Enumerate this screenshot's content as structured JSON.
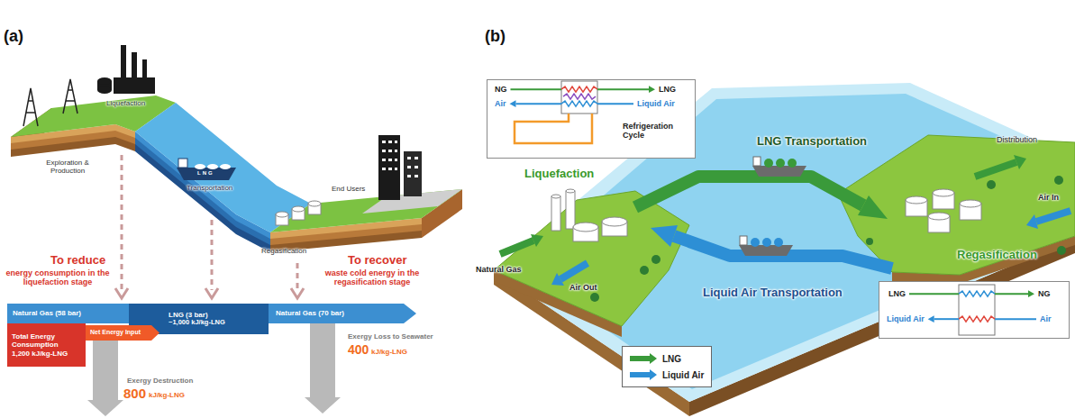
{
  "diagram": {
    "nodes": [
      {
        "text": [
          "Natural Gas (58 bar)"
        ]
      },
      {
        "text": [
          "LNG (3 bar)",
          "~1,000 kJ/kg-LNG"
        ]
      },
      {
        "text": [
          "Natural Gas (70 bar)"
        ]
      },
      {
        "text": [
          "Total Energy Consumption",
          "1,200 kJ/kg-LNG"
        ]
      },
      {
        "text": [
          "Net Energy Input"
        ]
      },
      {
        "text": [
          "Exergy Destruction",
          "800",
          "kJ/kg-LNG"
        ]
      },
      {
        "text": [
          "Exergy Loss to Seawater",
          "400",
          "kJ/kg-LNG"
        ]
      },
      {
        "text": [
          "NG",
          "LNG",
          "Air",
          "Liquid Air",
          "Refrigeration Cycle"
        ]
      },
      {
        "text": [
          "LNG",
          "NG",
          "Liquid Air",
          "Air"
        ]
      }
    ],
    "labels": [
      "(a)",
      "Liquefaction",
      "Exploration & Production",
      "Transportation",
      "LNG",
      "End Users",
      "Regasification",
      "To reduce",
      "energy consumption in the liquefaction stage",
      "To recover",
      "waste cold energy in the regasification stage",
      "(b)",
      "LNG Transportation",
      "Distribution",
      "Liquefaction",
      "Air In",
      "Regasification",
      "Natural Gas",
      "Air Out",
      "Liquid Air Transportation"
    ],
    "legend": [
      {
        "text": "LNG",
        "color": "#3a9a3a"
      },
      {
        "text": "Liquid Air",
        "color": "#2d8fd5"
      }
    ]
  }
}
